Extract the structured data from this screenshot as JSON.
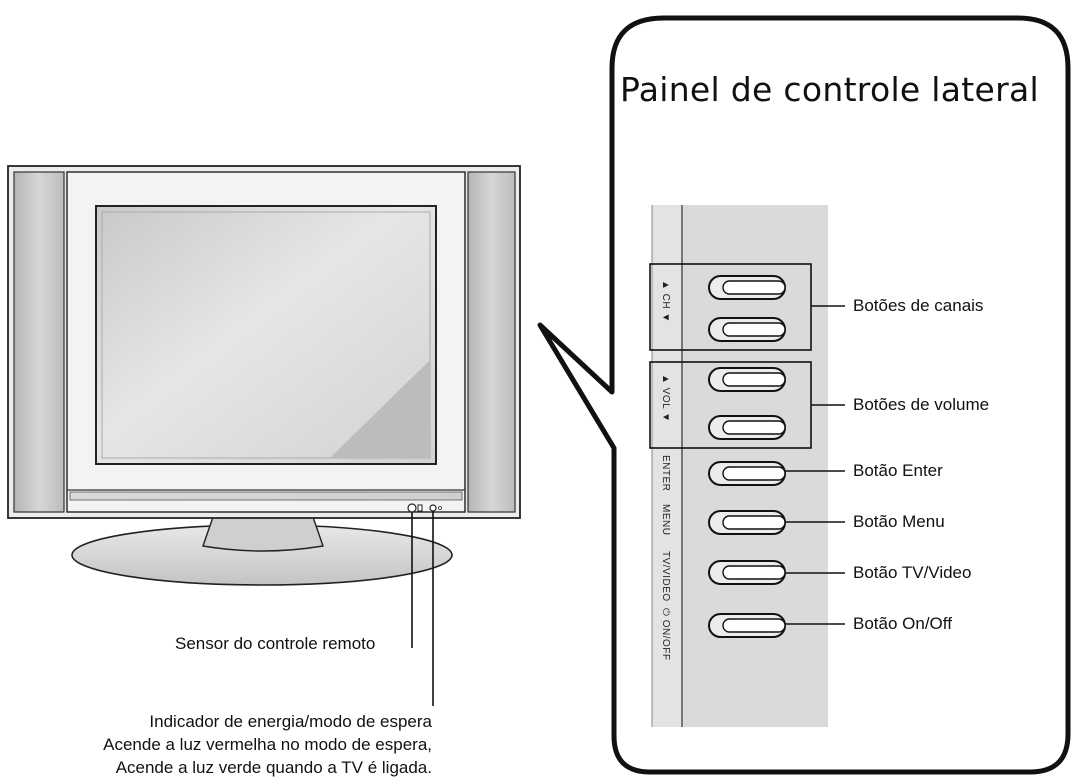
{
  "panel": {
    "title": "Painel de controle lateral",
    "side_labels": {
      "ch": "▲ CH ▼",
      "vol": "▲ VOL ▼",
      "enter": "ENTER",
      "menu": "MENU",
      "tvvideo": "TV/VIDEO",
      "onoff": "⏻ ON/OFF"
    }
  },
  "callouts": {
    "channels": "Botões de canais",
    "volume": "Botões de volume",
    "enter": "Botão Enter",
    "menu": "Botão Menu",
    "tvvideo": "Botão TV/Video",
    "onoff": "Botão On/Off"
  },
  "tv": {
    "remote_sensor": "Sensor do controle remoto",
    "power_indicator": {
      "line1": "Indicador de energia/modo de espera",
      "line2": "Acende a luz vermelha no modo de espera,",
      "line3": "Acende a luz verde quando a TV é ligada."
    }
  }
}
